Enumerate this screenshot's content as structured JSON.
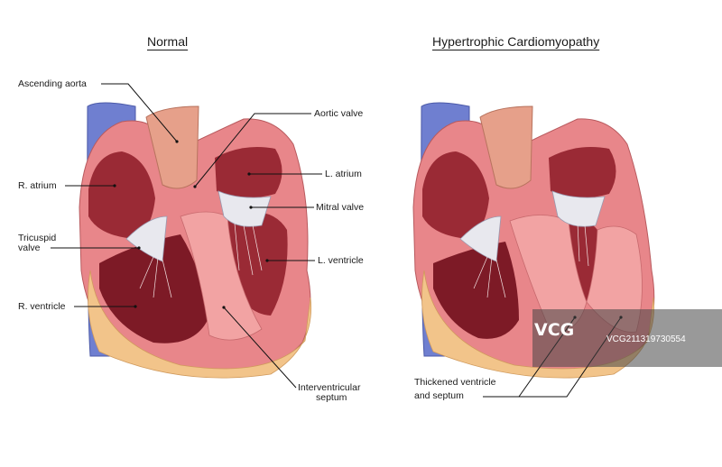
{
  "titles": {
    "left": "Normal",
    "right": "Hypertrophic Cardiomyopathy"
  },
  "labels": {
    "ascending_aorta": "Ascending aorta",
    "aortic_valve": "Aortic valve",
    "r_atrium": "R. atrium",
    "l_atrium": "L. atrium",
    "mitral_valve": "Mitral valve",
    "tricuspid_line1": "Tricuspid",
    "tricuspid_line2": "valve",
    "l_ventricle": "L. ventricle",
    "r_ventricle": "R. ventricle",
    "septum_line1": "Interventricular",
    "septum_line2": "septum",
    "thickened_line1": "Thickened ventricle",
    "thickened_line2": "and septum"
  },
  "watermark": {
    "logo": "VCG",
    "id": "VCG211319730554"
  },
  "colors": {
    "muscle": "#e8868a",
    "muscle_light": "#f2a3a3",
    "chamber": "#9a2a35",
    "chamber_dark": "#7d1a26",
    "vein": "#6f7fd0",
    "aorta": "#e6a08a",
    "fat": "#f2c48a",
    "valve": "#e8e8ee"
  }
}
